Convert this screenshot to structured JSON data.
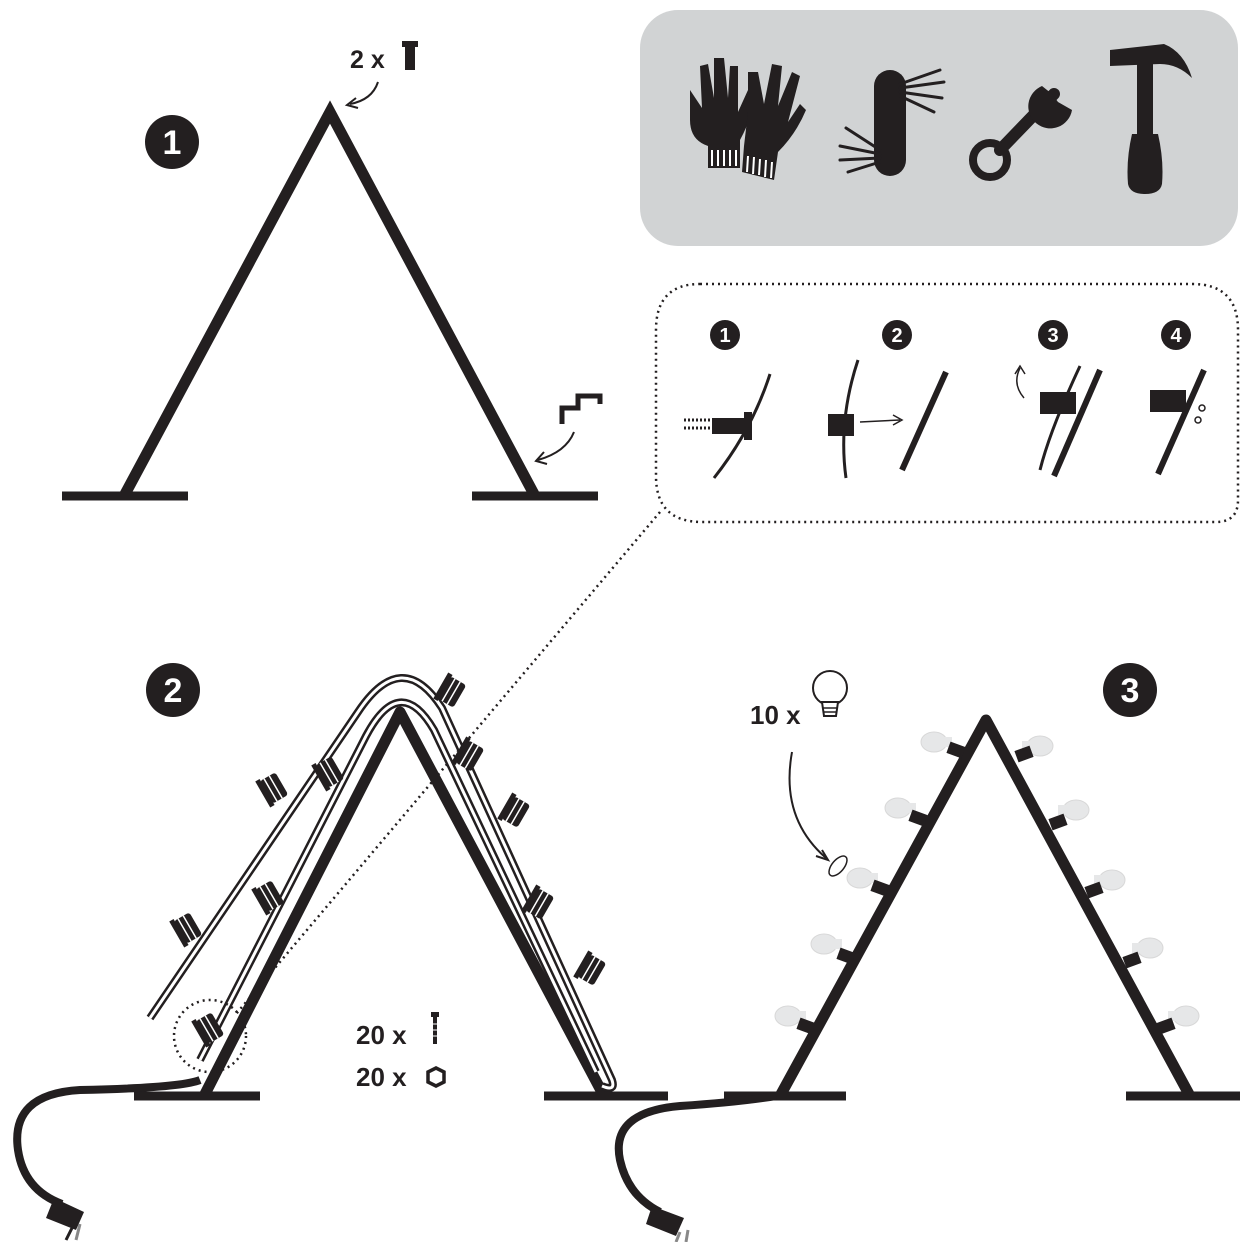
{
  "steps": {
    "step1": {
      "number": "1",
      "screw_qty": "2 x",
      "icons": [
        "screw-icon",
        "bracket-icon"
      ]
    },
    "step2": {
      "number": "2",
      "screw_qty": "20 x",
      "nut_qty": "20 x",
      "icons": [
        "bolt-icon",
        "hex-nut-icon",
        "lamp-holder-icon",
        "plug-icon"
      ]
    },
    "step3": {
      "number": "3",
      "bulb_qty": "10 x",
      "icons": [
        "light-bulb-icon",
        "plug-icon"
      ]
    }
  },
  "tools": [
    "gloves-icon",
    "hex-key-set-icon",
    "wrench-icon",
    "hammer-icon"
  ],
  "detail": {
    "sub_steps": [
      "1",
      "2",
      "3",
      "4"
    ]
  },
  "colors": {
    "ink": "#231f20",
    "panel": "#d1d3d4",
    "bulb": "#e6e7e8"
  }
}
